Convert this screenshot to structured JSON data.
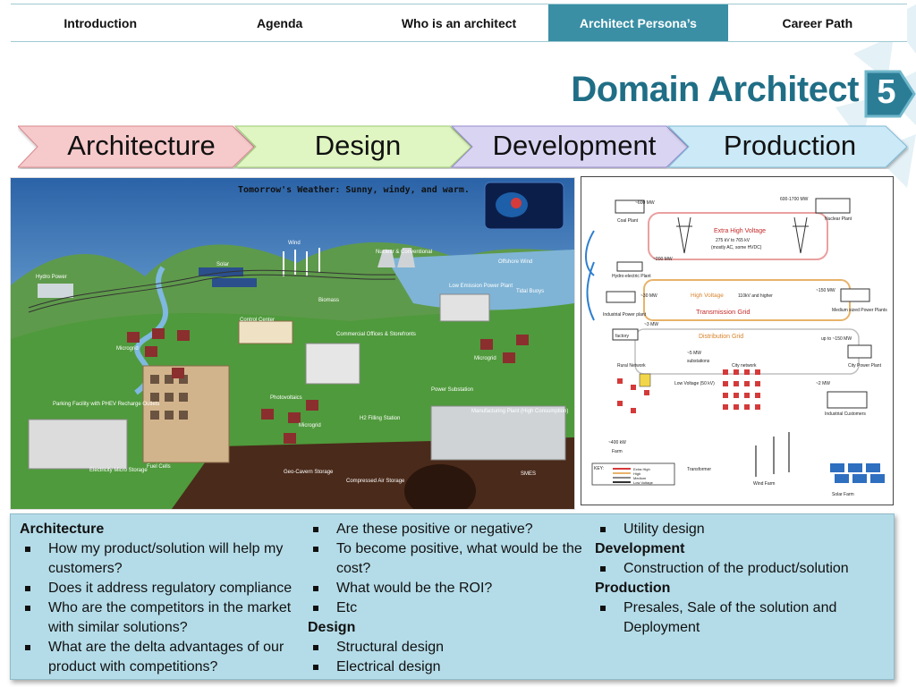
{
  "nav": {
    "tabs": [
      {
        "label": "Introduction",
        "active": false
      },
      {
        "label": "Agenda",
        "active": false
      },
      {
        "label": "Who is an architect",
        "active": false
      },
      {
        "label": "Architect Persona’s",
        "active": true
      },
      {
        "label": "Career Path",
        "active": false
      }
    ]
  },
  "slide": {
    "title": "Domain Architect",
    "number": "5"
  },
  "process": {
    "steps": [
      {
        "label": "Architecture",
        "color": "#f6c9cb"
      },
      {
        "label": "Design",
        "color": "#dff5c2"
      },
      {
        "label": "Development",
        "color": "#d9d4f2"
      },
      {
        "label": "Production",
        "color": "#cbe9f7"
      }
    ]
  },
  "smart_grid_image": {
    "headline": "Tomorrow's Weather: Sunny, windy, and warm.",
    "labels": [
      "Wind",
      "Nuclear & Conventional",
      "Offshore Wind",
      "Solar",
      "Hydro Power",
      "Low Emission Power Plant",
      "Tidal Buoys",
      "Biomass",
      "Control Center",
      "Commercial Offices & Storefronts",
      "Microgrid",
      "Microgrid",
      "Power Substation",
      "Photovoltaics",
      "Parking Facility with PHEV Recharge Outlets",
      "H2 Filling Station",
      "Microgrid",
      "Manufacturing Plant (High Consumption)",
      "Fuel Cells",
      "Electricity Micro Storage",
      "Geo-Cavern Storage",
      "Compressed Air Storage",
      "SMES"
    ]
  },
  "grid_diagram": {
    "coal_plant": "Coal Plant",
    "nuclear_plant": "Nuclear Plant",
    "mw_coal": "~600 MW",
    "mw_nuclear": "600-1700 MW",
    "ehv_title": "Extra High Voltage",
    "ehv_range": "275 kV to 765 kV",
    "ehv_note": "(mostly AC, some HVDC)",
    "hydro_mw": "~200 MW",
    "hydro": "Hydro-electric Plant",
    "industrial_mw": "~30 MW",
    "industrial": "Industrial Power plant",
    "high_voltage": "High Voltage",
    "hv_range": "110kV and higher",
    "medium_mw": "~150 MW",
    "medium": "Medium sized Power Plants",
    "transmission": "Transmission Grid",
    "factory": "factory",
    "factory_mw": "~3 MW",
    "distribution": "Distribution Grid",
    "city_mw": "up to ~150 MW",
    "rural": "Rural Network",
    "substations_mw": "~5 MW",
    "substations": "substations",
    "city_network": "City network",
    "city_power": "City Power Plant",
    "low_voltage": "Low Voltage (50 kV)",
    "two_mw": "~2 MW",
    "industrial_customers": "Industrial Customers",
    "farm_kw": "~400 kW",
    "farm": "Farm",
    "key": "KEY:",
    "key_items": [
      "Extra High",
      "High",
      "Medium",
      "Low Voltage"
    ],
    "transformer": "Transformer",
    "wind_farm": "Wind Farm",
    "solar_farm": "Solar Farm"
  },
  "content": {
    "architecture_head": "Architecture",
    "architecture_items": [
      "How my product/solution will help my customers?",
      "Does it address regulatory compliance",
      "Who are the competitors in the market with similar solutions?",
      "What are the delta advantages of our product with competitions?"
    ],
    "col2_items": [
      "Are these positive or negative?",
      "To become positive, what would be the cost?",
      "What would be the ROI?",
      "Etc"
    ],
    "design_head": "Design",
    "design_items": [
      "Structural design",
      "Electrical design"
    ],
    "col3_items": [
      "Utility design"
    ],
    "development_head": "Development",
    "development_items": [
      "Construction of the product/solution"
    ],
    "production_head": "Production",
    "production_items": [
      "Presales, Sale of the solution and Deployment"
    ]
  }
}
